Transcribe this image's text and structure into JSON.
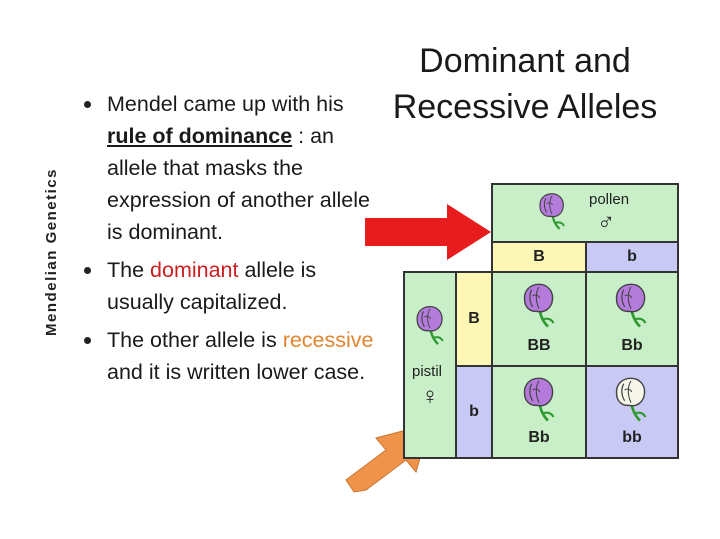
{
  "side_label": "Mendelian Genetics",
  "title": "Dominant and Recessive Alleles",
  "bullets": {
    "b1_pre": "Mendel came up with his ",
    "b1_bold": "rule of dominance",
    "b1_post": " : an allele that masks the expression of another allele is dominant.",
    "b2_pre": "The ",
    "b2_color": "dominant",
    "b2_post": " allele is usually capitalized.",
    "b3_pre": "The other allele is ",
    "b3_color": "recessive",
    "b3_post": " and it is written lower case."
  },
  "punnett": {
    "pollen_label": "pollen",
    "pollen_symbol": "♂",
    "pistil_label": "pistil",
    "pistil_symbol": "♀",
    "col_alleles": [
      "B",
      "b"
    ],
    "row_alleles": [
      "B",
      "b"
    ],
    "genotypes": [
      "BB",
      "Bb",
      "Bb",
      "bb"
    ]
  },
  "colors": {
    "green": "#c8efc8",
    "yellow": "#fcf7b4",
    "blue": "#c9c9f5",
    "purple_flower": "#b57bdc",
    "white_flower": "#f6f6ea",
    "red_arrow": "#e81c1c",
    "orange_arrow": "#f0934a",
    "dominant_text": "#cc1f1f",
    "recessive_text": "#e0852f"
  },
  "icons": [
    "purple-flower-icon",
    "white-flower-icon",
    "male-symbol-icon",
    "female-symbol-icon",
    "red-arrow-icon",
    "orange-arrow-icon"
  ]
}
